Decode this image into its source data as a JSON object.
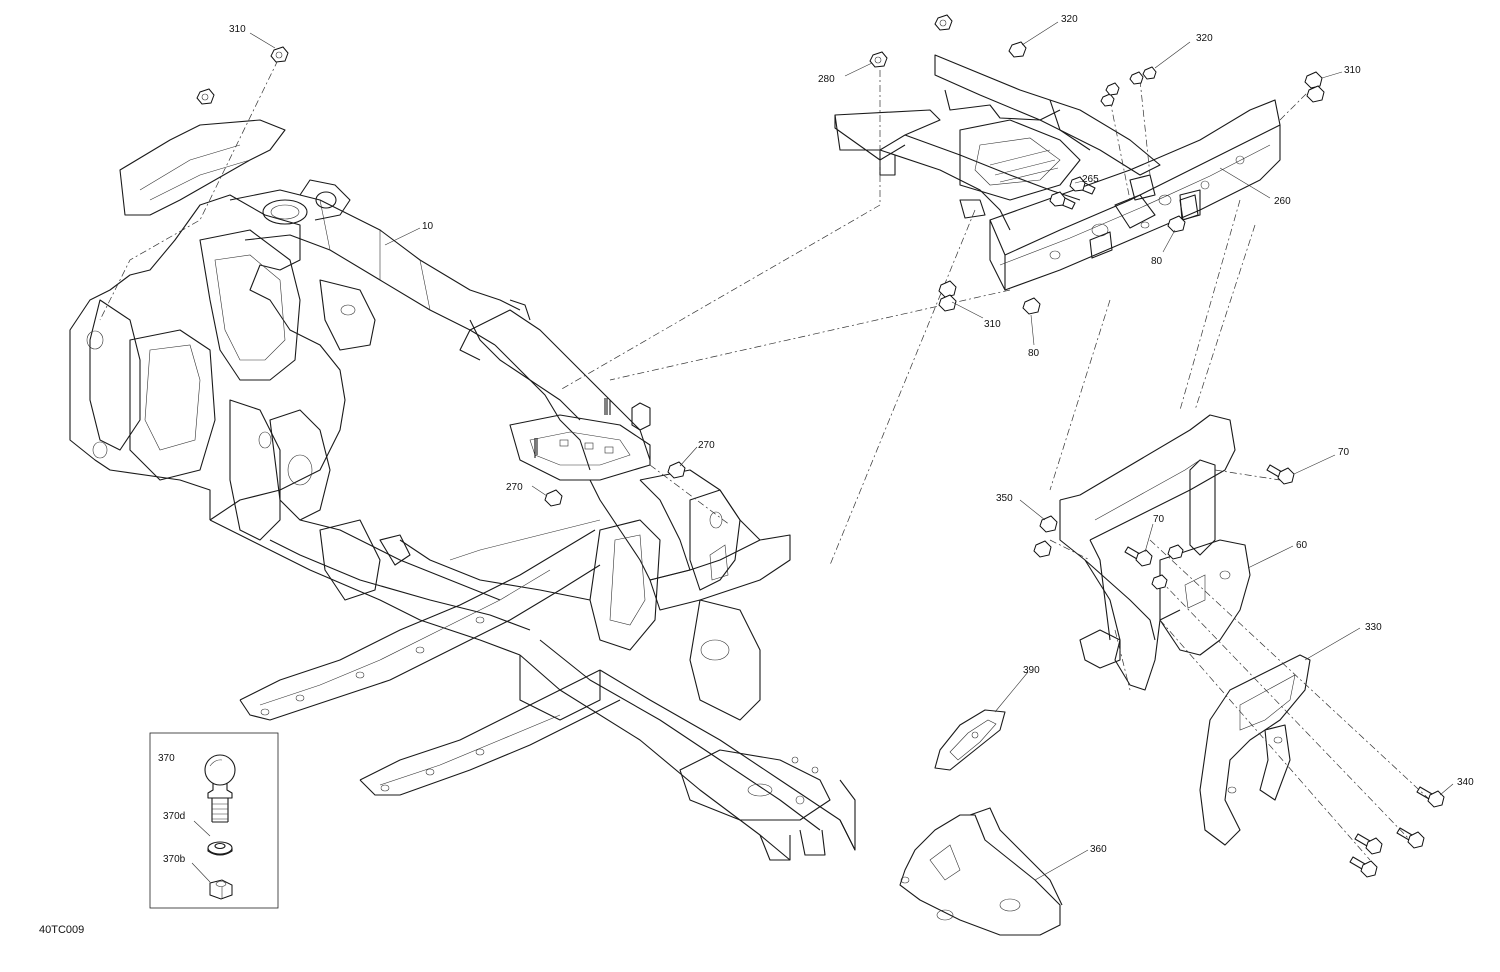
{
  "diagram": {
    "reference_code": "40TC009",
    "callouts": [
      {
        "id": "c310a",
        "text": "310"
      },
      {
        "id": "c10",
        "text": "10"
      },
      {
        "id": "c280",
        "text": "280"
      },
      {
        "id": "c320a",
        "text": "320"
      },
      {
        "id": "c320b",
        "text": "320"
      },
      {
        "id": "c310b",
        "text": "310"
      },
      {
        "id": "c265",
        "text": "265"
      },
      {
        "id": "c260",
        "text": "260"
      },
      {
        "id": "c80a",
        "text": "80"
      },
      {
        "id": "c310c",
        "text": "310"
      },
      {
        "id": "c80b",
        "text": "80"
      },
      {
        "id": "c270a",
        "text": "270"
      },
      {
        "id": "c270b",
        "text": "270"
      },
      {
        "id": "c70a",
        "text": "70"
      },
      {
        "id": "c350",
        "text": "350"
      },
      {
        "id": "c70b",
        "text": "70"
      },
      {
        "id": "c60",
        "text": "60"
      },
      {
        "id": "c330",
        "text": "330"
      },
      {
        "id": "c390",
        "text": "390"
      },
      {
        "id": "c340",
        "text": "340"
      },
      {
        "id": "c360",
        "text": "360"
      }
    ],
    "inset": {
      "callouts": [
        {
          "id": "c370",
          "text": "370"
        },
        {
          "id": "c370d",
          "text": "370d"
        },
        {
          "id": "c370b",
          "text": "370b"
        }
      ]
    }
  }
}
